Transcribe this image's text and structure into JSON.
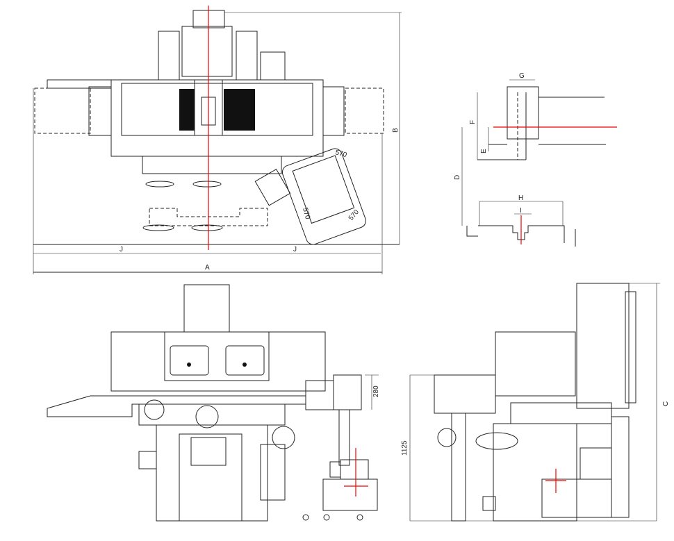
{
  "drawing": {
    "top_view": {
      "dim_A": "A",
      "dim_B": "B",
      "dim_J_left": "J",
      "dim_J_right": "J",
      "door_dim_1": "570",
      "door_dim_2": "570",
      "door_dim_3": "570"
    },
    "detail_view": {
      "dim_G": "G",
      "dim_F": "F",
      "dim_E": "E",
      "dim_D": "D",
      "dim_H": "H",
      "dim_I": "I"
    },
    "front_view": {
      "dim_height_tank": "280"
    },
    "side_view": {
      "dim_height": "1125",
      "dim_C": "C"
    }
  },
  "colors": {
    "centerline": "#e00000",
    "linework": "#222222"
  }
}
